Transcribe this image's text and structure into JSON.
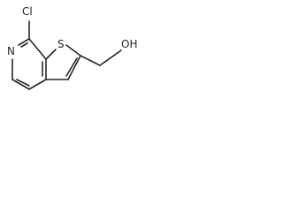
{
  "molecule": {
    "atoms": {
      "chlorine": "Cl",
      "nitrogen": "N",
      "sulfur": "S",
      "hydroxyl": "OH"
    }
  }
}
